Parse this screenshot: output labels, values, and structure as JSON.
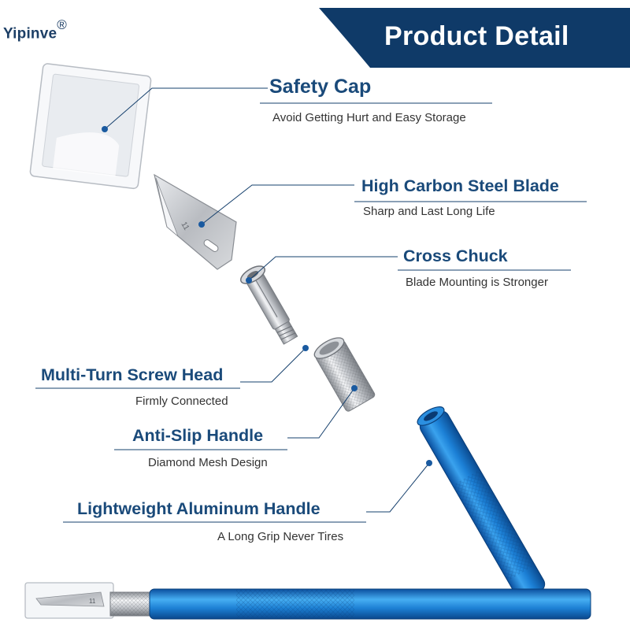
{
  "brand": {
    "name": "Yipinve",
    "mark": "®"
  },
  "banner": {
    "title": "Product Detail",
    "color": "#0f3a68"
  },
  "accent_color": "#1a4a7a",
  "features": [
    {
      "title": "Safety Cap",
      "description": "Avoid Getting Hurt and Easy Storage"
    },
    {
      "title": "High Carbon Steel Blade",
      "description": "Sharp and Last Long Life"
    },
    {
      "title": "Cross Chuck",
      "description": "Blade Mounting is Stronger"
    },
    {
      "title": "Multi-Turn Screw Head",
      "description": "Firmly Connected"
    },
    {
      "title": "Anti-Slip Handle",
      "description": "Diamond Mesh Design"
    },
    {
      "title": "Lightweight Aluminum Handle",
      "description": "A Long Grip Never Tires"
    }
  ],
  "blade_number": "11"
}
